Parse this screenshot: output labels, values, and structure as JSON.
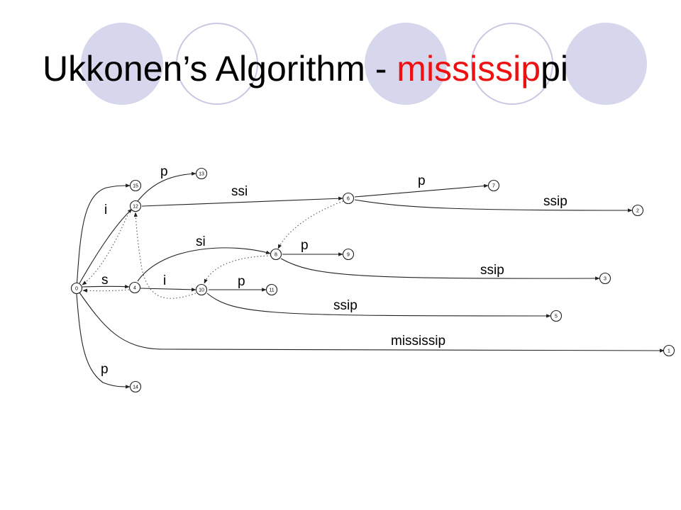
{
  "slide": {
    "title_prefix": "Ukkonen’s Algorithm - ",
    "title_highlight": "mississip",
    "title_suffix": "pi",
    "colors": {
      "text": "#000000",
      "highlight": "#ee1111",
      "decor_fill": "#d6d6ec",
      "decor_ring": "#c8c8e2"
    }
  },
  "tree": {
    "nodes": [
      {
        "id": "n0",
        "label": "0"
      },
      {
        "id": "n1",
        "label": "1"
      },
      {
        "id": "n2",
        "label": "2"
      },
      {
        "id": "n3",
        "label": "3"
      },
      {
        "id": "n4",
        "label": "4"
      },
      {
        "id": "n5",
        "label": "5"
      },
      {
        "id": "n6",
        "label": "6"
      },
      {
        "id": "n7",
        "label": "7"
      },
      {
        "id": "n8",
        "label": "8"
      },
      {
        "id": "n9",
        "label": "9"
      },
      {
        "id": "n10",
        "label": "10"
      },
      {
        "id": "n11",
        "label": "11"
      },
      {
        "id": "n12",
        "label": "12"
      },
      {
        "id": "n13",
        "label": "13"
      },
      {
        "id": "n14",
        "label": "14"
      },
      {
        "id": "n15",
        "label": "15"
      }
    ],
    "edges": [
      {
        "from": "n0",
        "to": "n15",
        "label": ""
      },
      {
        "from": "n0",
        "to": "n12",
        "label": "i"
      },
      {
        "from": "n0",
        "to": "n4",
        "label": "s"
      },
      {
        "from": "n0",
        "to": "n1",
        "label": "mississip"
      },
      {
        "from": "n0",
        "to": "n14",
        "label": "p"
      },
      {
        "from": "n12",
        "to": "n13",
        "label": "p"
      },
      {
        "from": "n12",
        "to": "n6",
        "label": "ssi"
      },
      {
        "from": "n6",
        "to": "n7",
        "label": "p"
      },
      {
        "from": "n6",
        "to": "n2",
        "label": "ssip"
      },
      {
        "from": "n4",
        "to": "n8",
        "label": "si"
      },
      {
        "from": "n4",
        "to": "n10",
        "label": "i"
      },
      {
        "from": "n8",
        "to": "n9",
        "label": "p"
      },
      {
        "from": "n8",
        "to": "n3",
        "label": "ssip"
      },
      {
        "from": "n10",
        "to": "n11",
        "label": "p"
      },
      {
        "from": "n10",
        "to": "n5",
        "label": "ssip"
      }
    ],
    "suffix_links": [
      {
        "from": "n12",
        "to": "n0"
      },
      {
        "from": "n4",
        "to": "n0"
      },
      {
        "from": "n6",
        "to": "n8"
      },
      {
        "from": "n8",
        "to": "n10"
      },
      {
        "from": "n10",
        "to": "n12"
      }
    ]
  }
}
